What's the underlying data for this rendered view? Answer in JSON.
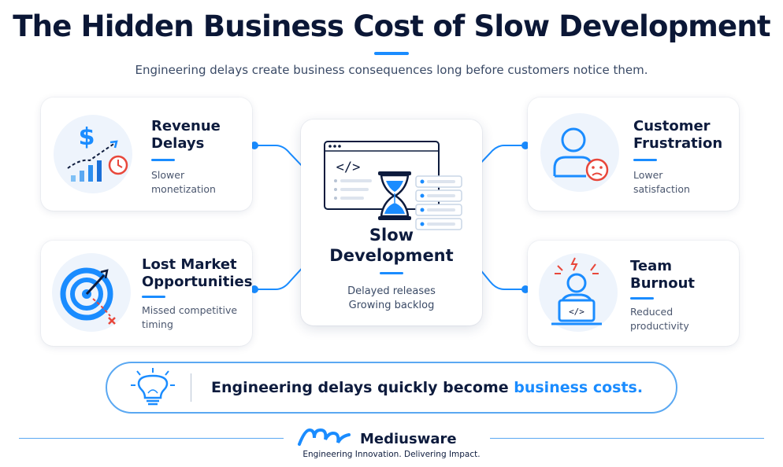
{
  "header": {
    "title": "The Hidden Business Cost of Slow Development",
    "subtitle": "Engineering delays create business consequences long before customers notice them."
  },
  "center": {
    "title_line1": "Slow",
    "title_line2": "Development",
    "desc_line1": "Delayed releases",
    "desc_line2": "Growing backlog",
    "code_glyph": "</>"
  },
  "cards": {
    "revenue": {
      "title_line1": "Revenue",
      "title_line2": "Delays",
      "desc_line1": "Slower",
      "desc_line2": "monetization",
      "icon_text": "$"
    },
    "market": {
      "title_line1": "Lost Market",
      "title_line2": "Opportunities",
      "desc_line1": "Missed competitive",
      "desc_line2": "timing"
    },
    "customer": {
      "title_line1": "Customer",
      "title_line2": "Frustration",
      "desc_line1": "Lower",
      "desc_line2": "satisfaction"
    },
    "team": {
      "title_line1": "Team",
      "title_line2": "Burnout",
      "desc_line1": "Reduced",
      "desc_line2": "productivity",
      "code_glyph": "</>"
    }
  },
  "banner": {
    "text": "Engineering delays quickly become ",
    "highlight": "business costs."
  },
  "footer": {
    "brand": "Mediusware",
    "tagline": "Engineering Innovation. Delivering Impact."
  },
  "colors": {
    "accent": "#1a8cff",
    "navy": "#0d1b3d",
    "alert": "#e8473b",
    "icon_bg": "#eef4fc"
  }
}
